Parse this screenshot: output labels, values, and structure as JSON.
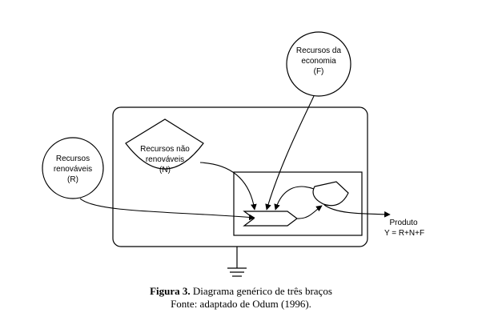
{
  "nodes": {
    "economy": {
      "line1": "Recursos da",
      "line2": "economia",
      "line3": "(F)"
    },
    "renewable": {
      "line1": "Recursos",
      "line2": "renováveis",
      "line3": "(R)"
    },
    "nonrenewable": {
      "line1": "Recursos não",
      "line2": "renováveis",
      "line3": "(N)"
    }
  },
  "output": {
    "line1": "Produto",
    "line2": "Y = R+N+F"
  },
  "caption": {
    "figure_label": "Figura 3.",
    "figure_title": " Diagrama genérico de três braços",
    "source": "Fonte: adaptado de Odum (1996)."
  }
}
